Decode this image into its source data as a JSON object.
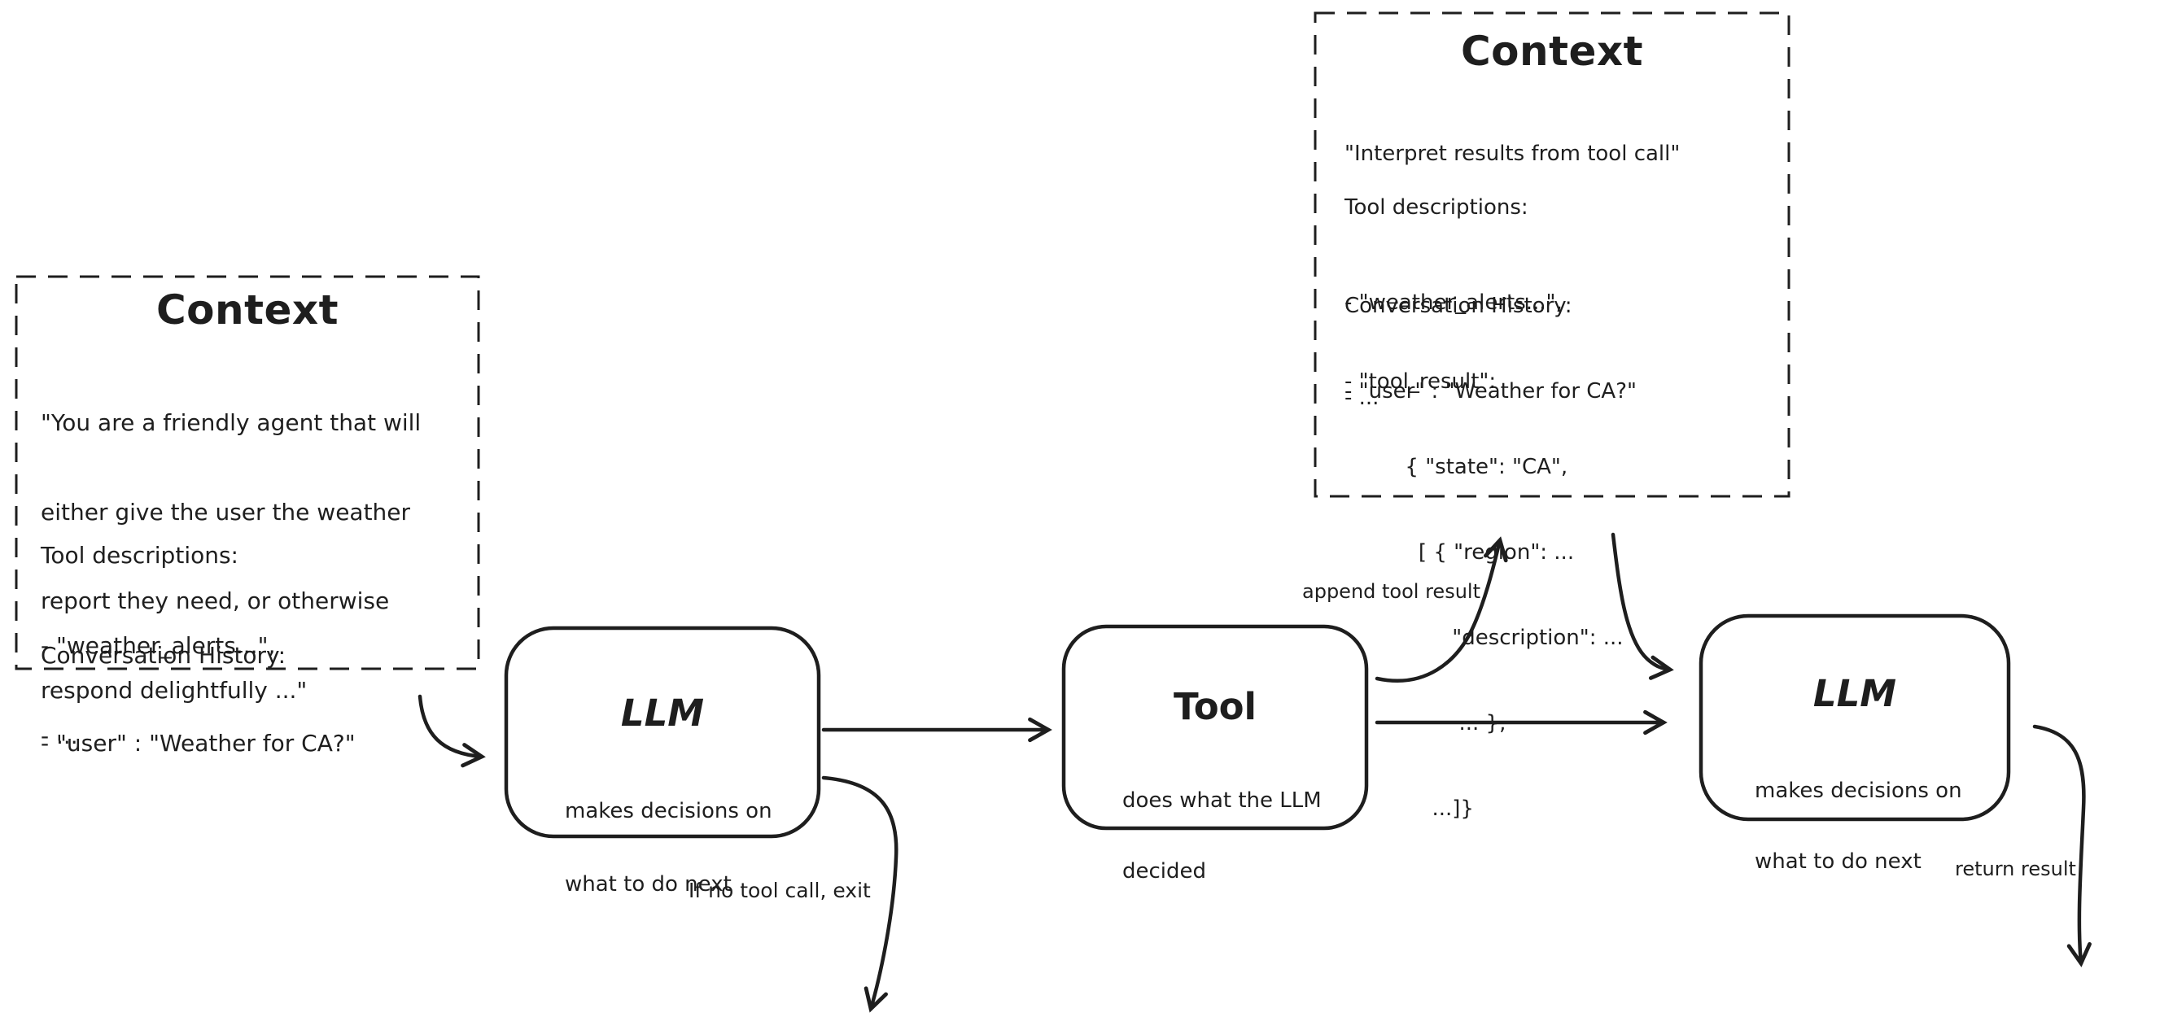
{
  "context_left": {
    "title": "Context",
    "p1": [
      "\"You are a friendly agent that will",
      "either give the user the weather",
      "report they need, or otherwise",
      "respond delightfully ...\""
    ],
    "p2": [
      "Tool descriptions:",
      "- \"weather_alerts...\",",
      "- ..."
    ],
    "p3": [
      "Conversation History:",
      "- \"user\" : \"Weather for CA?\""
    ]
  },
  "context_top_right": {
    "title": "Context",
    "p1": [
      "\"Interpret results from tool call\""
    ],
    "p2": [
      "Tool descriptions:",
      "- \"weather_alerts...\",",
      "- ..."
    ],
    "p3": [
      "Conversation History:",
      "- \"user\" : \"Weather for CA?\""
    ],
    "p4": [
      "- \"tool_result\":",
      "         { \"state\": \"CA\",",
      "           [ { \"region\": ...",
      "                \"description\": ...",
      "                 ... },",
      "             ...]}"
    ]
  },
  "llm_first": {
    "title": "LLM",
    "subtitle": [
      "makes decisions on",
      "what to do next"
    ]
  },
  "tool": {
    "title": "Tool",
    "subtitle": [
      "does what the LLM",
      "decided"
    ]
  },
  "llm_second": {
    "title": "LLM",
    "subtitle": [
      "makes decisions on",
      "what to do next"
    ]
  },
  "labels": {
    "append_tool_result": "append tool result",
    "if_no_tool_call_exit": "If no tool call, exit",
    "return_result": "return result"
  },
  "colors": {
    "ink": "#1e1e1e",
    "background": "#ffffff"
  }
}
